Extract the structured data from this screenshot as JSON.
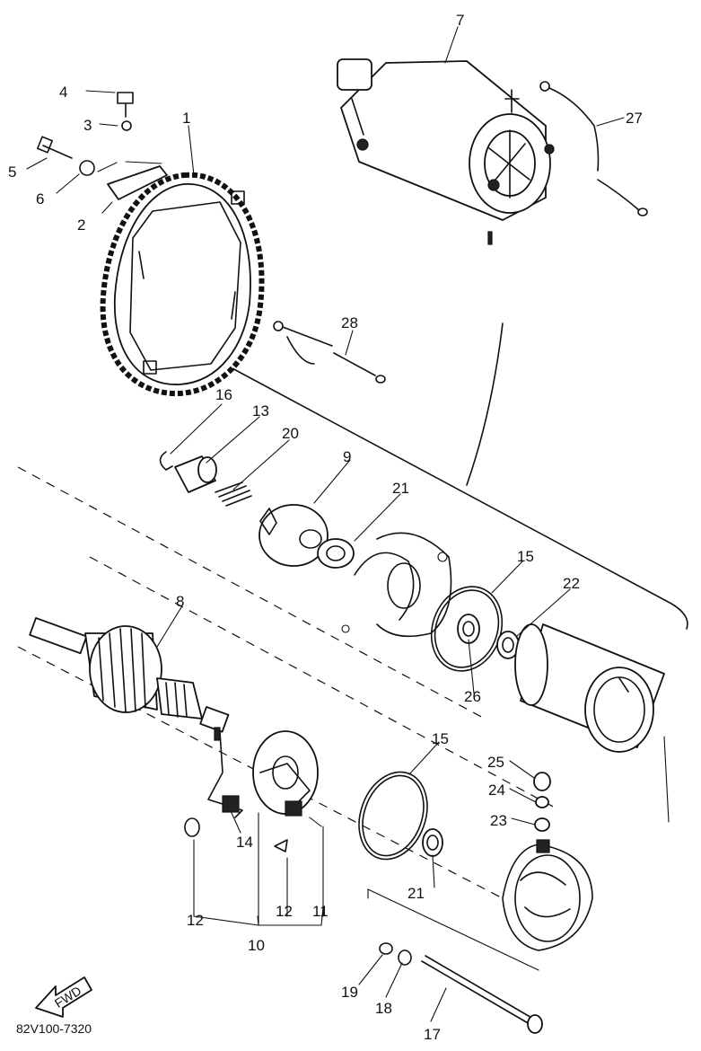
{
  "diagram": {
    "drawing_code": "82V100-7320",
    "fwd_label": "FWD",
    "callouts": {
      "p1": "1",
      "p2": "2",
      "p3": "3",
      "p4": "4",
      "p5": "5",
      "p6": "6",
      "p7": "7",
      "p8": "8",
      "p9": "9",
      "p10": "10",
      "p11": "11",
      "p12a": "12",
      "p12b": "12",
      "p13": "13",
      "p14": "14",
      "p15a": "15",
      "p15b": "15",
      "p16": "16",
      "p17": "17",
      "p18": "18",
      "p19": "19",
      "p20": "20",
      "p21a": "21",
      "p21b": "21",
      "p22": "22",
      "p23": "23",
      "p24": "24",
      "p25": "25",
      "p26": "26",
      "p27": "27",
      "p28": "28"
    }
  }
}
